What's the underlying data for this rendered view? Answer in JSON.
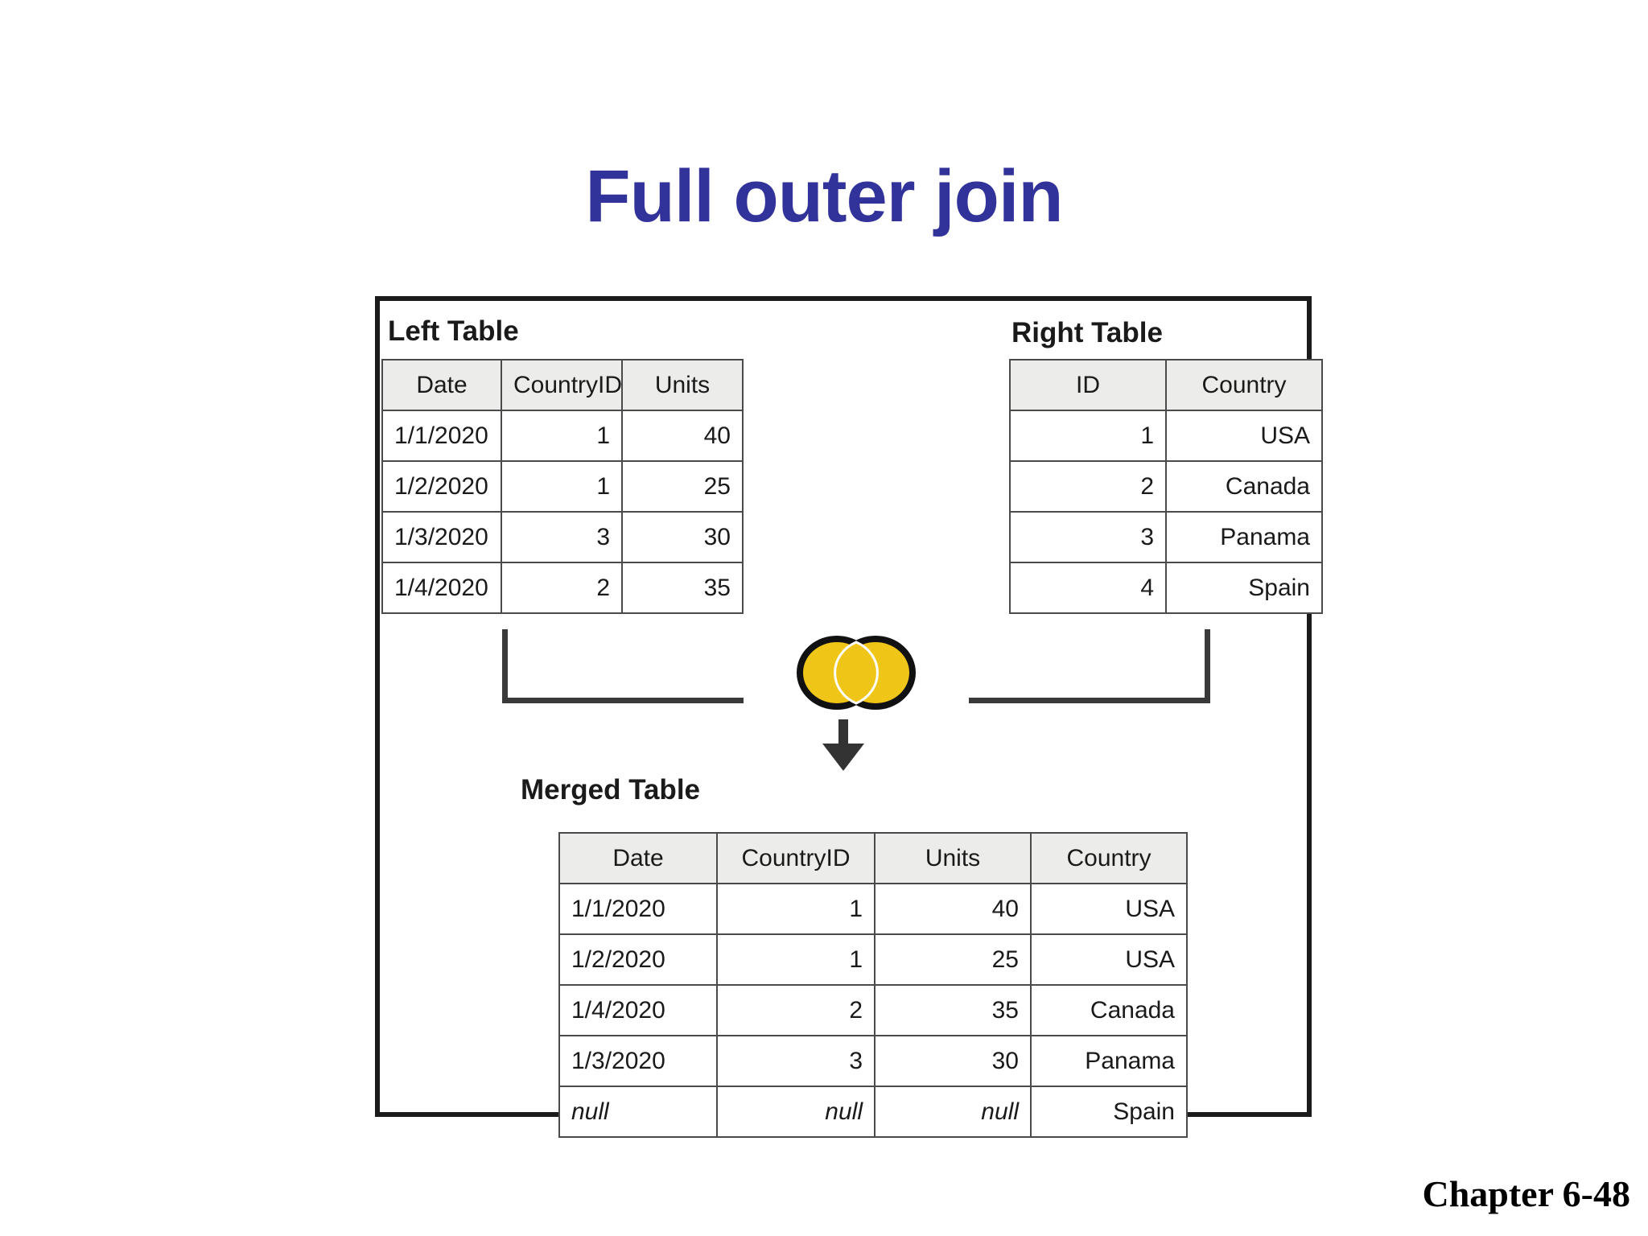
{
  "slide": {
    "title": "Full outer join",
    "title_color": "#32329B",
    "footer": "Chapter 6-48"
  },
  "diagram": {
    "key_highlight_color": "#A2D7B7",
    "header_fill_color": "#ECECEA",
    "border_color": "#1b1b1b",
    "venn": {
      "icon": "venn-full-outer-join-icon",
      "fill_color": "#EFC518",
      "stroke_color": "#111111",
      "left_circle_filled": "true",
      "right_circle_filled": "true"
    },
    "arrow": {
      "icon": "arrow-down-icon",
      "color": "#333333"
    },
    "left_table": {
      "caption": "Left Table",
      "columns": [
        "Date",
        "CountryID",
        "Units"
      ],
      "rows": [
        {
          "date": "1/1/2020",
          "country_id": "1",
          "units": "40"
        },
        {
          "date": "1/2/2020",
          "country_id": "1",
          "units": "25"
        },
        {
          "date": "1/3/2020",
          "country_id": "3",
          "units": "30"
        },
        {
          "date": "1/4/2020",
          "country_id": "2",
          "units": "35"
        }
      ]
    },
    "right_table": {
      "caption": "Right Table",
      "columns": [
        "ID",
        "Country"
      ],
      "rows": [
        {
          "id": "1",
          "country": "USA"
        },
        {
          "id": "2",
          "country": "Canada"
        },
        {
          "id": "3",
          "country": "Panama"
        },
        {
          "id": "4",
          "country": "Spain"
        }
      ]
    },
    "merged_table": {
      "caption": "Merged Table",
      "columns": [
        "Date",
        "CountryID",
        "Units",
        "Country"
      ],
      "rows": [
        {
          "date": "1/1/2020",
          "country_id": "1",
          "units": "40",
          "country": "USA"
        },
        {
          "date": "1/2/2020",
          "country_id": "1",
          "units": "25",
          "country": "USA"
        },
        {
          "date": "1/4/2020",
          "country_id": "2",
          "units": "35",
          "country": "Canada"
        },
        {
          "date": "1/3/2020",
          "country_id": "3",
          "units": "30",
          "country": "Panama"
        },
        {
          "date": "null",
          "country_id": "null",
          "units": "null",
          "country": "Spain"
        }
      ]
    }
  }
}
